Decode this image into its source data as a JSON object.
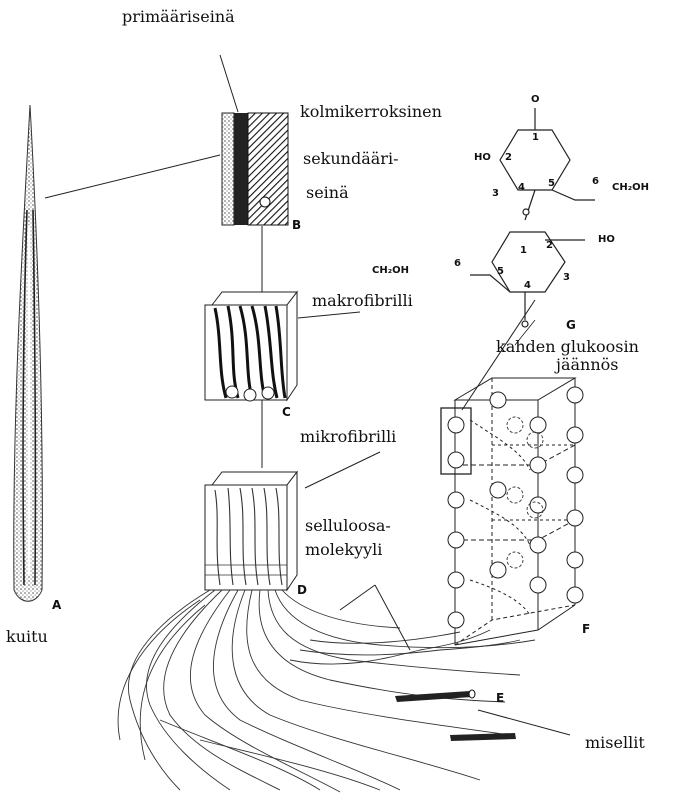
{
  "labels": {
    "primary_wall": "primääriseinä",
    "three_layer_line1": "kolmikerroksinen",
    "secondary_line1": "sekundääri-",
    "secondary_line2": "seinä",
    "macrofibril": "makrofibrilli",
    "microfibril": "mikrofibrilli",
    "cellulose_line1": "selluloosa-",
    "cellulose_line2": "molekyyli",
    "glucose_line1": "kahden glukoosin",
    "glucose_line2": "jäännös",
    "fiber": "kuitu",
    "micelles": "misellit"
  },
  "letters": {
    "A": "A",
    "B": "B",
    "C": "C",
    "D": "D",
    "E": "E",
    "F": "F",
    "G": "G"
  },
  "chem": {
    "ch2oh_right": "CH₂OH",
    "ch2oh_left": "CH₂OH",
    "ho_upper": "HO",
    "ho_lower": "HO",
    "o_top": "O",
    "n1": "1",
    "n2": "2",
    "n3": "3",
    "n4": "4",
    "n5": "5",
    "n6": "6",
    "m1": "1",
    "m2": "2",
    "m3": "3",
    "m4": "4",
    "m5": "5",
    "m6": "6"
  }
}
